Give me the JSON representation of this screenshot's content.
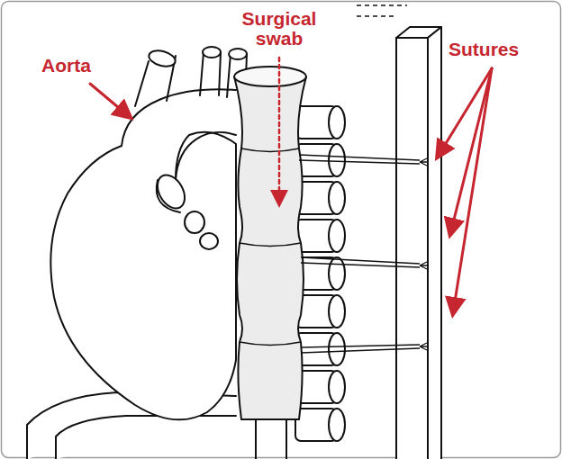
{
  "diagram": {
    "labels": [
      "Aorta",
      "Surgical swab",
      "Sutures"
    ]
  }
}
